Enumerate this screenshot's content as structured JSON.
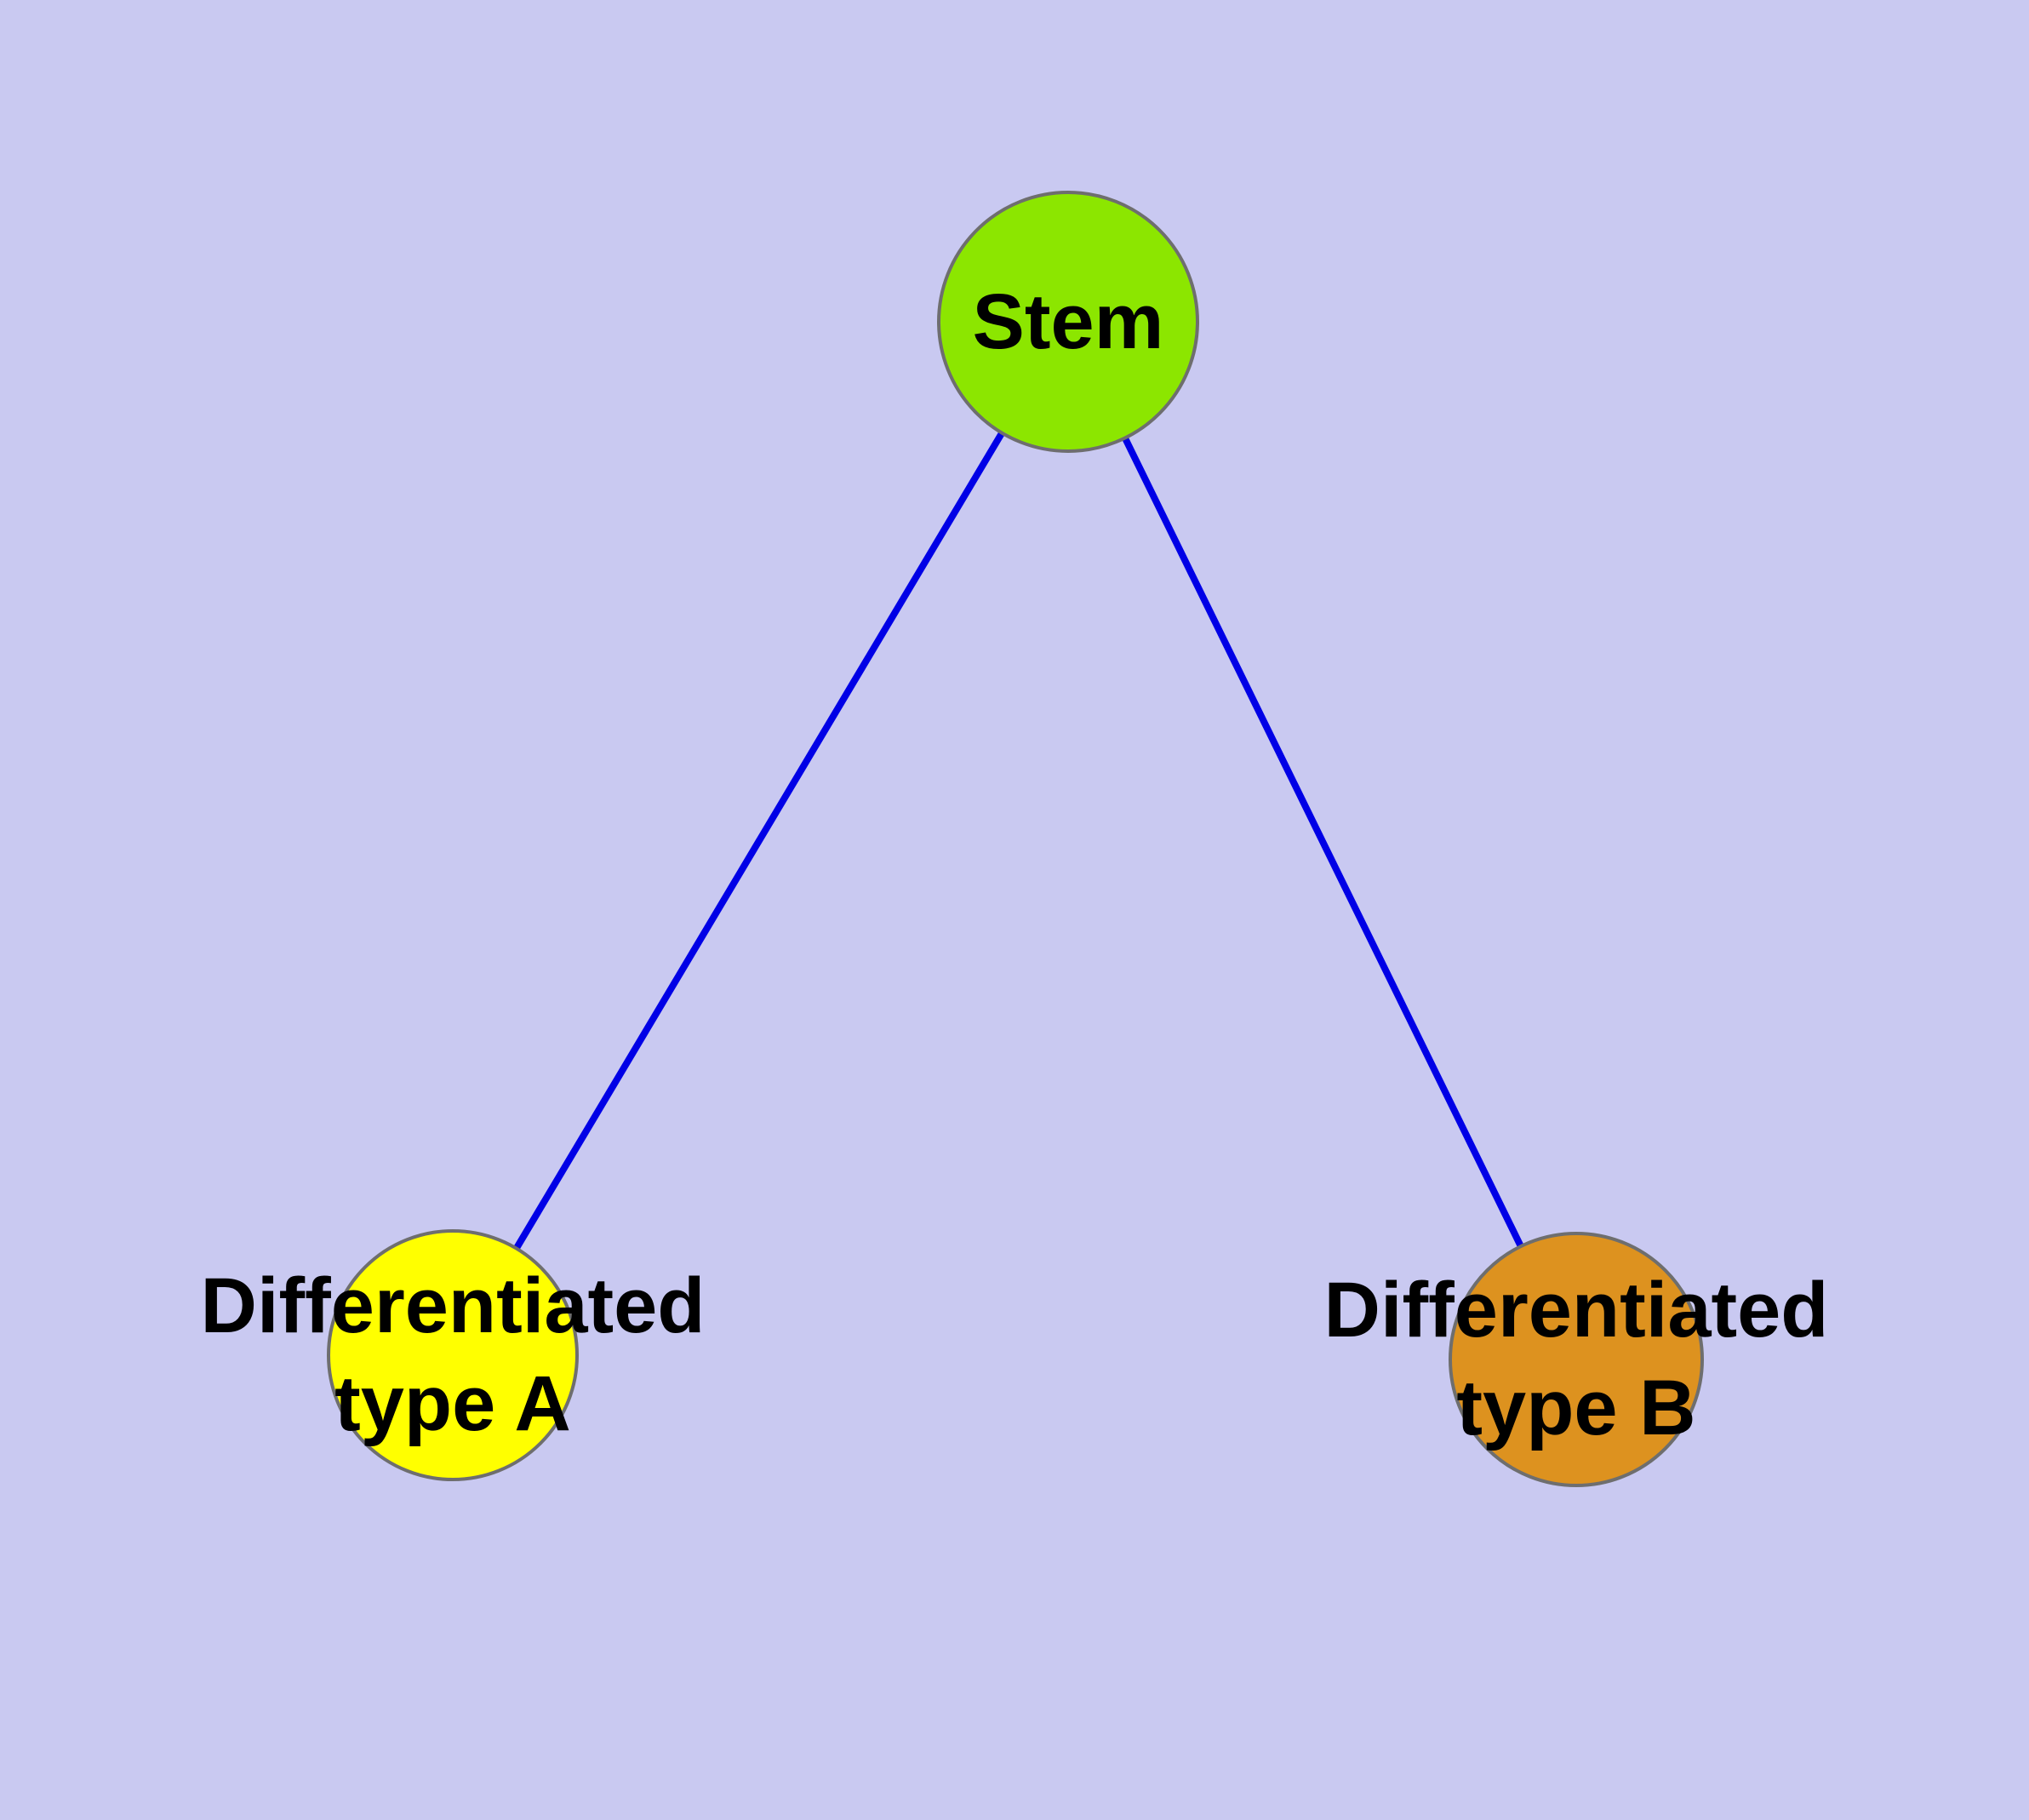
{
  "diagram": {
    "background_color": "#c9c9f1",
    "edge_color": "#0000e6",
    "node_border_color": "#6e6e6e",
    "text_color": "#000000",
    "nodes": [
      {
        "id": "stem",
        "label": "Stem",
        "fill_color": "#8ce600"
      },
      {
        "id": "differentiated-type-a",
        "label": "Differentiated\ntype A",
        "fill_color": "#ffff00"
      },
      {
        "id": "differentiated-type-b",
        "label": "Differentiated\ntype B",
        "fill_color": "#dd921f"
      }
    ],
    "edges": [
      {
        "from": "stem",
        "to": "differentiated-type-a"
      },
      {
        "from": "stem",
        "to": "differentiated-type-b"
      }
    ]
  }
}
